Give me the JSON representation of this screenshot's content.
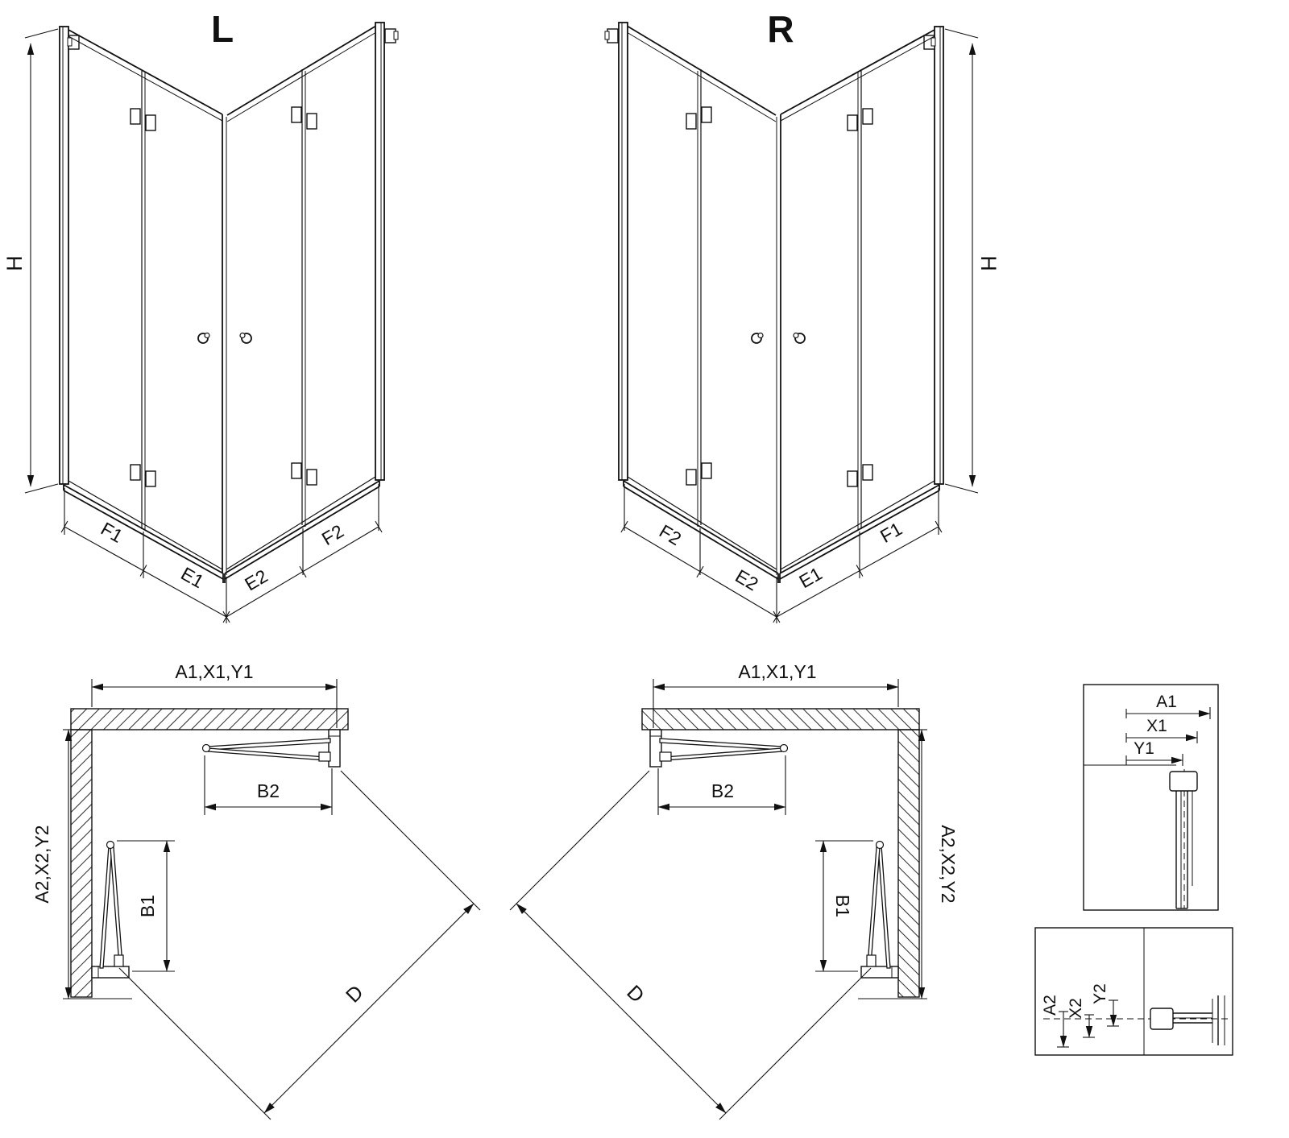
{
  "page": {
    "background": "#ffffff",
    "line_color": "#111111"
  },
  "views_3d": {
    "left": {
      "variant_label": "L",
      "height_dim": "H",
      "bottom_dims": [
        "F1",
        "E1",
        "E2",
        "F2"
      ]
    },
    "right": {
      "variant_label": "R",
      "height_dim": "H",
      "bottom_dims": [
        "F2",
        "E2",
        "E1",
        "F1"
      ]
    }
  },
  "plan_views": {
    "left": {
      "width_dim": "A1,X1,Y1",
      "depth_dim": "A2,X2,Y2",
      "door_width_dim": "B2",
      "door_depth_dim": "B1",
      "diagonal_dim": "D"
    },
    "right": {
      "width_dim": "A1,X1,Y1",
      "depth_dim": "A2,X2,Y2",
      "door_width_dim": "B2",
      "door_depth_dim": "B1",
      "diagonal_dim": "D"
    }
  },
  "detail_views": {
    "horizontal_profile": {
      "dims": [
        "A1",
        "X1",
        "Y1"
      ]
    },
    "vertical_profile": {
      "dims": [
        "A2",
        "X2",
        "Y2"
      ]
    }
  }
}
